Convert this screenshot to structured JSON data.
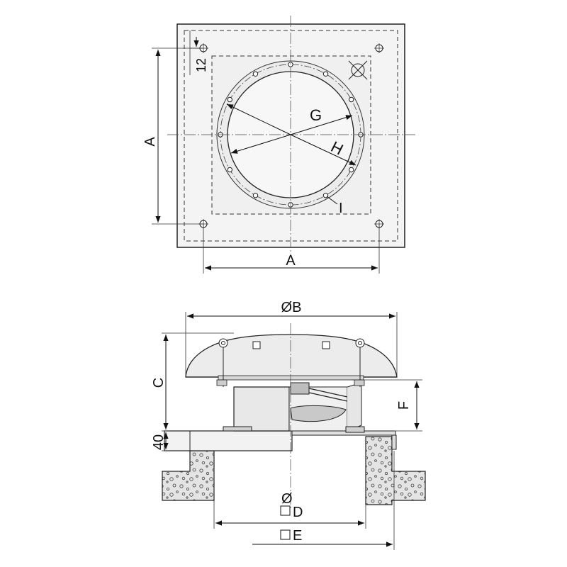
{
  "top_view": {
    "label_side": "A",
    "label_bottom": "A",
    "label_offset": "12",
    "label_g": "G",
    "label_h": "H",
    "label_i": "I"
  },
  "side_view": {
    "label_diameter_b": "ØB",
    "label_c": "C",
    "label_f": "F",
    "label_40": "40",
    "label_d_prefix": "Ø",
    "label_d": "D",
    "label_e": "E"
  }
}
